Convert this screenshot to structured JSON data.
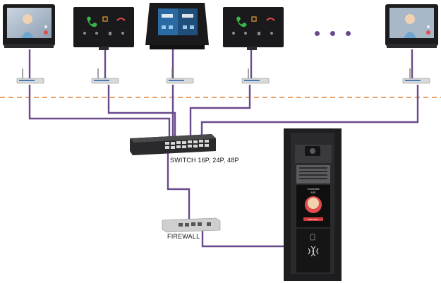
{
  "labels": {
    "switch": "SWITCH 16P, 24P, 48P",
    "firewall": "FIREWALL"
  },
  "colors": {
    "cable": "#6a4a8c",
    "boundary": "#e0833a",
    "device_dark": "#1c1c1e",
    "screen_blue": "#1f4f7a"
  },
  "icons": {
    "answering_unit_video": "video-answering-unit-icon",
    "answering_unit_audio": "audio-answering-unit-icon",
    "answering_unit_display": "display-answering-unit-icon",
    "wifi_access_point": "access-point-icon",
    "network_switch": "network-switch-icon",
    "firewall": "firewall-icon",
    "door_station": "door-intercom-icon",
    "continuation": "more-dots-icon"
  },
  "door_panel": {
    "screen_status": "Connected",
    "screen_name": "ADE",
    "end_call": "END CALL"
  }
}
